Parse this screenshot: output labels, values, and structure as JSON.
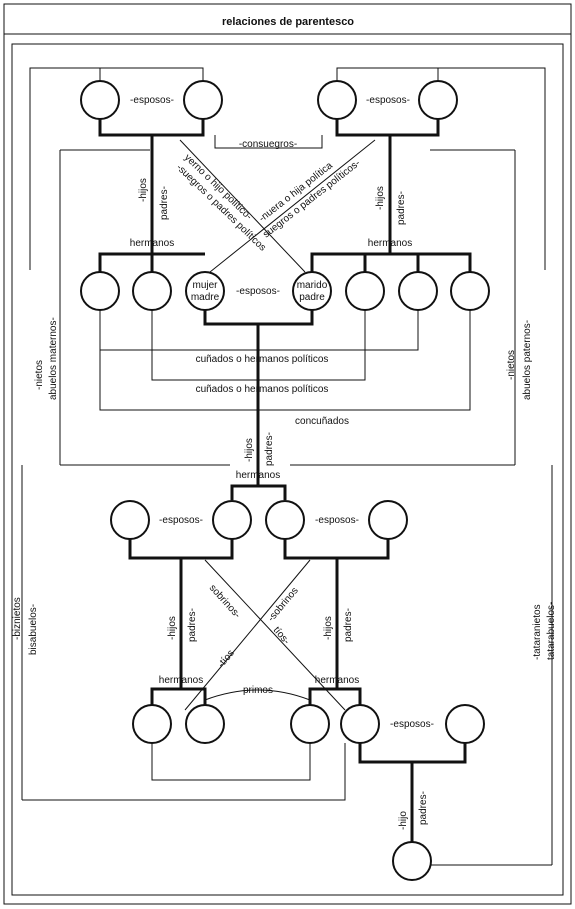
{
  "title": "relaciones de parentesco",
  "labels": {
    "esposos": "-esposos-",
    "consuegros": "-consuegros-",
    "hijos": "-hijos",
    "padres": "padres-",
    "hermanos": "hermanos",
    "mujer": "mujer",
    "madre": "madre",
    "marido": "marido",
    "padre": "padre",
    "yerno": "yerno o hijo político-",
    "suegros1": "-suegros o padres políticos",
    "nuera": "-nuera o hija política",
    "suegros2": "suegros o padres políticos-",
    "cunados1": "cuñados o hermanos políticos",
    "cunados2": "cuñados o hermanos políticos",
    "concunados": "concuñados",
    "nietos": "-nietos",
    "abuelos_maternos": "abuelos maternos-",
    "abuelos_paternos": "abuelos paternos-",
    "biznietos": "-biznietos",
    "bisabuelos": "bisabuelos-",
    "tataranietos": "-tataranietos",
    "tatarabuelos": "tatarabuelos-",
    "sobrinos1": "sobrinos-",
    "sobrinos2": "-sobrinos",
    "tios1": "-tíos",
    "tios2": "tíos-",
    "primos": "primos",
    "hijo": "-hijo",
    "padres2": "padres-"
  }
}
